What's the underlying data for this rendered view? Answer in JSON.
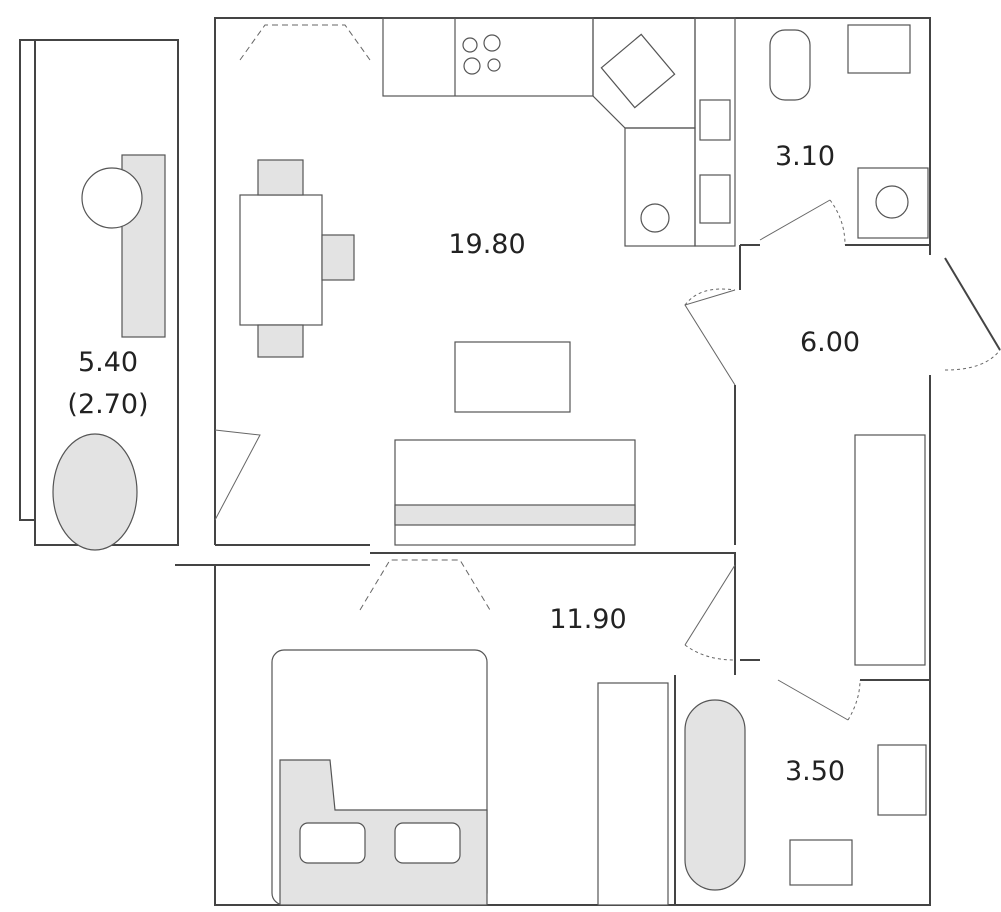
{
  "rooms": {
    "living_kitchen": {
      "area": "19.80"
    },
    "bedroom": {
      "area": "11.90"
    },
    "balcony": {
      "area": "5.40",
      "reduced_area": "(2.70)"
    },
    "toilet": {
      "area": "3.10"
    },
    "hall": {
      "area": "6.00"
    },
    "bathroom": {
      "area": "3.50"
    }
  },
  "colors": {
    "wall": "#444444",
    "furniture_fill": "#e3e3e3",
    "line": "#555555"
  }
}
